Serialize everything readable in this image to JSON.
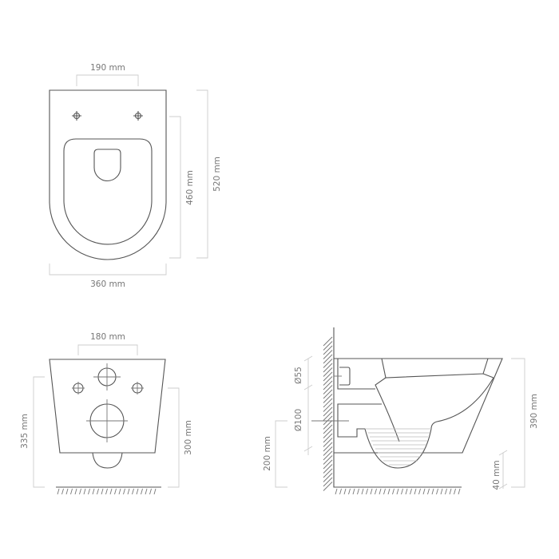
{
  "top_view": {
    "width_holes": "190 mm",
    "width_total": "360 mm",
    "length_inner": "460 mm",
    "length_total": "520 mm"
  },
  "front_view": {
    "width_holes": "180 mm",
    "height_left": "335 mm",
    "height_right": "300 mm"
  },
  "side_view": {
    "inlet_diameter": "Ø55",
    "outlet_diameter": "Ø100",
    "outlet_height": "200 mm",
    "height_total": "390 mm",
    "clearance": "40 mm"
  },
  "colors": {
    "outline": "#555555",
    "dimension": "#cccccc",
    "text": "#777777"
  }
}
